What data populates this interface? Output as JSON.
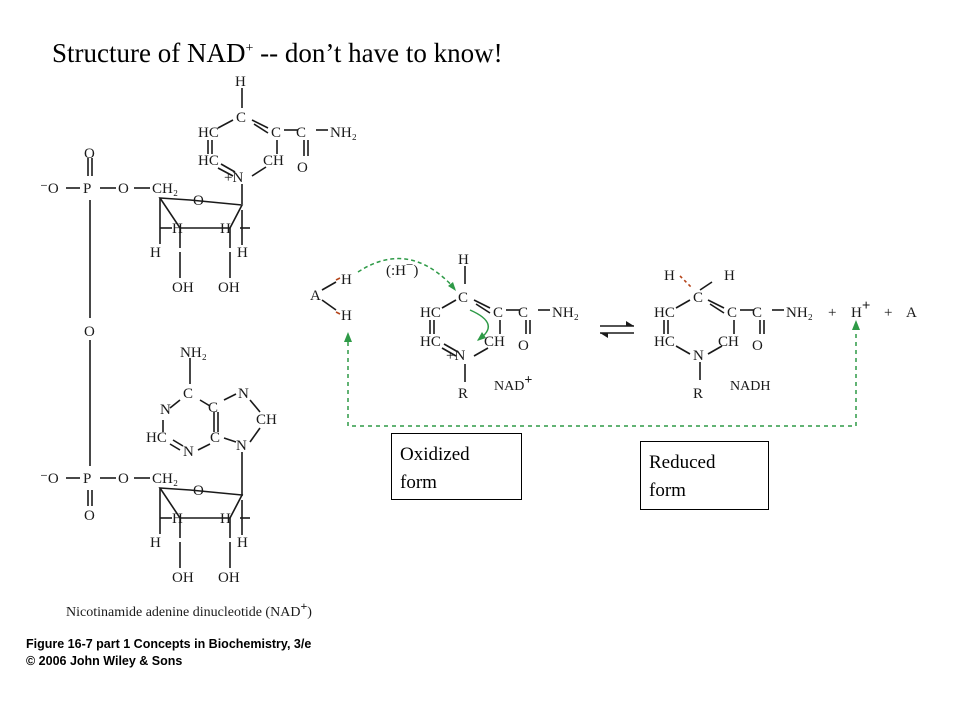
{
  "title": {
    "main": "Structure of NAD",
    "superscript": "+",
    "rest": " -- don’t have to know!"
  },
  "molecule": {
    "name": "Nicotinamide adenine dinucleotide (NAD",
    "name_sup": "+",
    "name_close": ")"
  },
  "reaction": {
    "nad_label": "NAD",
    "nad_label_sup": "+",
    "nadh_label": "NADH",
    "hydride_label": "(:H",
    "hydride_sup": "−",
    "hydride_close": ")",
    "products_h": "H",
    "products_h_sup": "+",
    "products_plus1": "+",
    "products_plus2": "+",
    "products_a": "A",
    "substrate_a": "A"
  },
  "boxes": {
    "oxidized": {
      "line1": "Oxidized",
      "line2": "form"
    },
    "reduced": {
      "line1": "Reduced",
      "line2": "form"
    }
  },
  "caption": {
    "line1": "Figure 16-7 part 1  Concepts in Biochemistry, 3/e",
    "line2": "© 2006 John Wiley & Sons"
  },
  "colors": {
    "hydride": "#b5451b",
    "arrow_green": "#2e9a47",
    "ink": "#1a1a1a"
  }
}
